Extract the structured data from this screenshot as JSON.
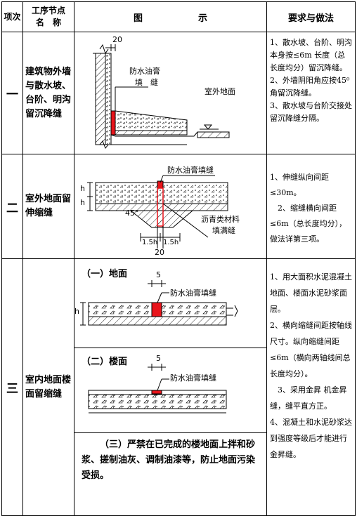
{
  "header": {
    "col1": "项次",
    "col2_line1": "工序节点",
    "col2_line2": "名　称",
    "col3_a": "图",
    "col3_b": "示",
    "col4": "要求与做法"
  },
  "rows": [
    {
      "num": "一",
      "name": "建筑物外墙与散水坡、台阶、明沟留沉降缝",
      "fig": {
        "dim_top": "20",
        "label1a": "防水油膏",
        "label1b": "填　缝",
        "label2": "室外地面"
      },
      "req": [
        "1、散水坡、台阶、明沟本身按≤6m 长度（总长度均分）留沉降缝。",
        "2、外墙阴阳角应按45⁰ 角留沉降缝。",
        "3、散水坡与台阶交接处留沉降缝分隔。"
      ]
    },
    {
      "num": "二",
      "name": "室外地面留伸缩缝",
      "fig": {
        "label1": "防水油膏填缝",
        "angle": "45°",
        "h1": "h",
        "h2": "h",
        "dim_left": "1.5h",
        "dim_right": "1.5h",
        "dim_bottom": "20",
        "label2a": "沥青类材料",
        "label2b": "填满缝"
      },
      "req": [
        "1、伸缝纵向间距≤30m。",
        "2、缩缝横向间距≤6m（总长度均分），做法详第三项。"
      ]
    },
    {
      "num": "三",
      "name": "室内地面楼面留缩缝",
      "fig1": {
        "title": "（一）地面",
        "dim": "5",
        "label": "防水油膏填缝",
        "h": "h"
      },
      "fig2": {
        "title": "（二）楼面",
        "dim": "5",
        "label": "防水油膏填缝"
      },
      "note": "（三）严禁在已完成的楼地面上拌和砂浆、搓制油灰、调制油漆等，防止地面污染受损。",
      "req": [
        "1、用大面积水泥混凝土地面、楼面水泥砂浆面层。",
        "2、横向缩缝间距按轴线尺寸。纵向缩缝间距≤6m（横向两轴线间总长度均分）。",
        "3、采用金昇 机金昇缝，缝平直方正。",
        "4、混凝土和水泥砂浆达到强度等级后才能进行金昇缝。"
      ]
    }
  ],
  "colors": {
    "filler": "#e8141b",
    "line": "#000000"
  }
}
